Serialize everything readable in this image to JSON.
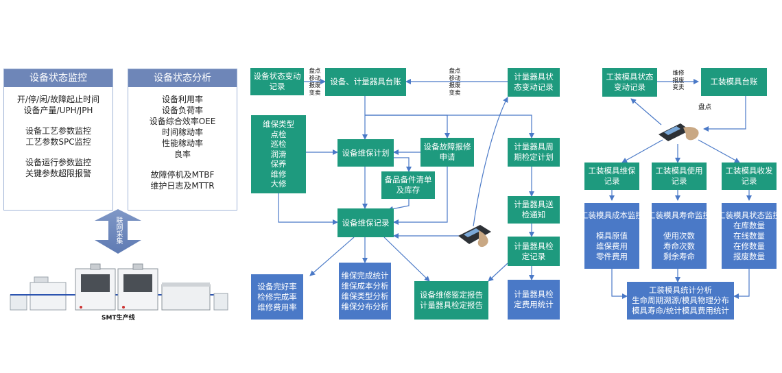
{
  "left": {
    "monitor": {
      "title": "设备状态监控",
      "lines": [
        "开/停/闲/故障起止时间",
        "设备产量/UPH/JPH",
        "",
        "设备工艺参数监控",
        "工艺参数SPC监控",
        "",
        "设备运行参数监控",
        "关键参数超限报警"
      ]
    },
    "analysis": {
      "title": "设备状态分析",
      "lines": [
        "设备利用率",
        "设备负荷率",
        "设备综合效率OEE",
        "时间稼动率",
        "性能稼动率",
        "良率",
        "",
        "故障停机及MTBF",
        "维护日志及MTTR"
      ]
    },
    "collect_label": "联网采集",
    "smt_label": "SMT生产线"
  },
  "middle": {
    "equip_change": "设备状态变动记录",
    "ledger": "设备、计量器具台账",
    "meter_change": "计量器具状态变动记录",
    "verb_left": "盘点\n移动\n报废\n变卖",
    "verb_right": "盘点\n移动\n报废\n变卖",
    "maint_types": "维保类型\n点检\n巡检\n润滑\n保养\n维修\n大修",
    "maint_plan": "设备维保计划",
    "fault_report": "设备故障报修申请",
    "spare_parts": "备品备件清单及库存",
    "maint_record": "设备维保记录",
    "meter_period": "计量器具周期检定计划",
    "meter_send": "计量器具送检通知",
    "meter_check": "计量器具检定记录",
    "kpi": "设备完好率\n检修完成率\n维修费用率",
    "stats": "维保完成统计\n维保成本分析\n维保类型分析\n维保分布分析",
    "reports": "设备维修鉴定报告\n计量器具检定报告",
    "meter_cost": "计量器具检定费用统计"
  },
  "right": {
    "tool_change": "工装模具状态变动记录",
    "verb": "维修\n报废\n变卖",
    "tool_ledger": "工装模具台账",
    "inventory": "盘点",
    "tool_maint": "工装模具维保记录",
    "tool_use": "工装模具使用记录",
    "tool_send": "工装模具收发记录",
    "cost_monitor": "工装模具成本监控\n\n模具原值\n维保费用\n零件费用",
    "life_monitor": "工装模具寿命监控\n\n使用次数\n寿命次数\n剩余寿命",
    "state_monitor": "工装模具状态监控\n在库数量\n在线数量\n在修数量\n报废数量",
    "stat_analysis": "工装模具统计分析\n生命周期溯源/模具物理分布\n模具寿命/统计模具费用统计"
  },
  "colors": {
    "green": "#1e9a7e",
    "blue": "#4a79c7",
    "panel_header": "#6e86b8",
    "arrow": "#4a79c7"
  }
}
